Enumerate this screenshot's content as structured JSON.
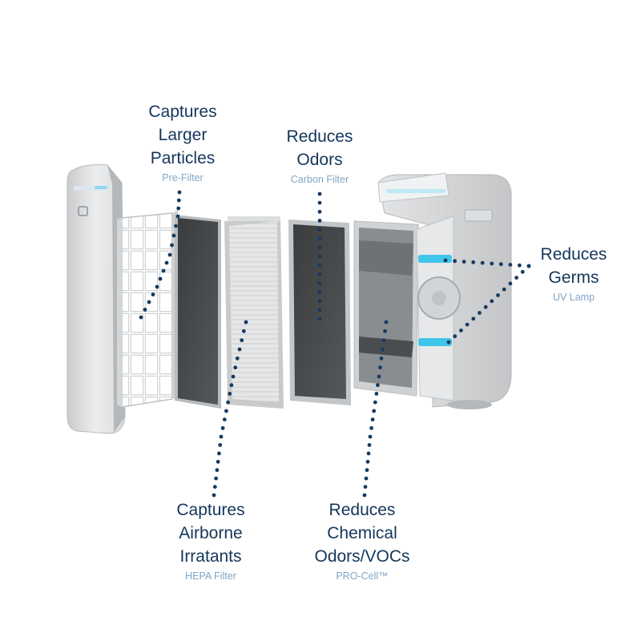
{
  "colors": {
    "title_text": "#14365a",
    "subtitle_text": "#7fa6c6",
    "dot_line": "#163a60",
    "uv_glow": "#3fc6ea"
  },
  "callouts": [
    {
      "id": "prefilter",
      "title": "Captures\nLarger\nParticles",
      "subtitle": "Pre-Filter"
    },
    {
      "id": "carbon",
      "title": "Reduces\nOdors",
      "subtitle": "Carbon Filter"
    },
    {
      "id": "uv",
      "title": "Reduces\nGerms",
      "subtitle": "UV Lamp"
    },
    {
      "id": "hepa",
      "title": "Captures\nAirborne\nIrratants",
      "subtitle": "HEPA Filter"
    },
    {
      "id": "procell",
      "title": "Reduces\nChemical\nOdors/VOCs",
      "subtitle": "PRO-Cell™"
    }
  ]
}
